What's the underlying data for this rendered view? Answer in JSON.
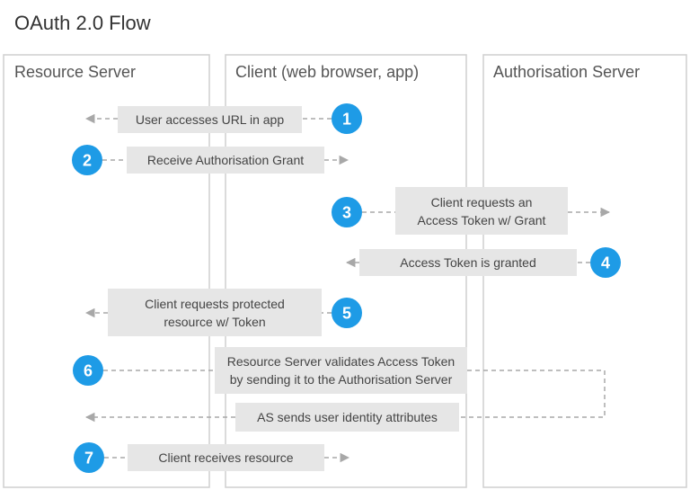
{
  "title": "OAuth 2.0 Flow",
  "lanes": [
    {
      "label": "Resource Server"
    },
    {
      "label": "Client (web browser, app)"
    },
    {
      "label": "Authorisation Server"
    }
  ],
  "steps": [
    {
      "number": "1",
      "lines": [
        "User accesses URL in app"
      ]
    },
    {
      "number": "2",
      "lines": [
        "Receive Authorisation Grant"
      ]
    },
    {
      "number": "3",
      "lines": [
        "Client requests an",
        "Access Token w/ Grant"
      ]
    },
    {
      "number": "4",
      "lines": [
        "Access Token is granted"
      ]
    },
    {
      "number": "5",
      "lines": [
        "Client requests protected",
        "resource w/ Token"
      ]
    },
    {
      "number": "6",
      "lines": [
        "Resource Server validates Access Token",
        "by sending it to the Authorisation Server"
      ]
    },
    {
      "number": "",
      "lines": [
        "AS sends user identity attributes"
      ]
    },
    {
      "number": "7",
      "lines": [
        "Client receives resource"
      ]
    }
  ],
  "colors": {
    "accent": "#1e9be6",
    "box": "#e6e6e6",
    "lane_border": "#cfcfcf",
    "arrow": "#a8a8a8"
  }
}
